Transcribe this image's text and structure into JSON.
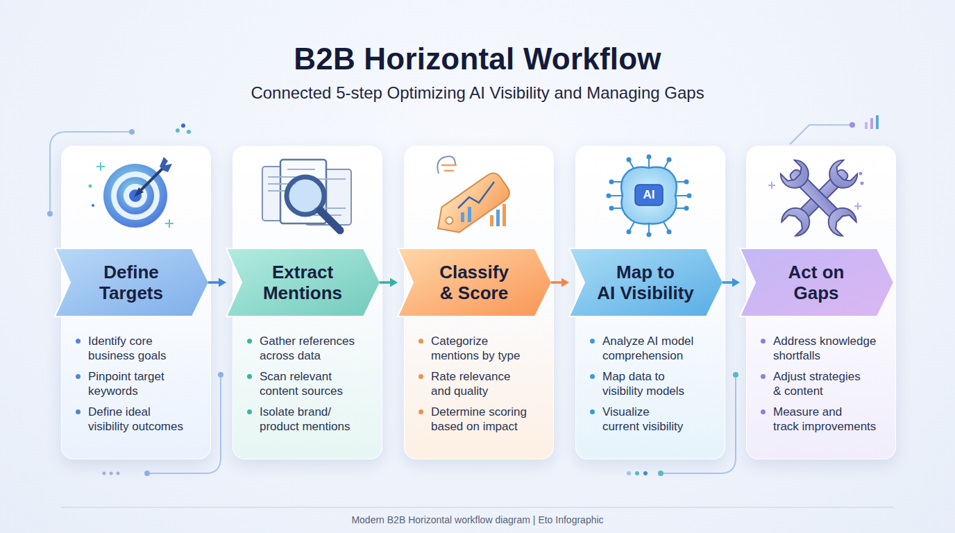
{
  "diagram": {
    "title": "B2B Horizontal Workflow",
    "caption": "Modern B2B Horizontal workflow diagram | Eto Infographic",
    "nodes": [
      {
        "text": [
          "Identify core business goals",
          "Pinpoint target keywords",
          "Define ideal visibility outcomes"
        ]
      },
      {
        "text": [
          "Define Targets"
        ],
        "in": 0
      },
      {
        "text": [
          "Gather references across data",
          "Scan relevant content sources",
          "Isolate brand/ product mentions"
        ]
      },
      {
        "text": [
          "Extract Mentions"
        ],
        "in": 2
      },
      {
        "text": [
          "Categorize mentions by type",
          "Rate relevance and quality",
          "Determine scoring based on impact"
        ]
      },
      {
        "text": [
          "Classify & Score"
        ],
        "in": 4
      },
      {
        "text": [
          "Analyze AI model comprehension",
          "Map data to visibility models",
          "Visualize current visibility"
        ]
      },
      {
        "text": [
          "Map to AI Visibility"
        ],
        "in": 6
      },
      {
        "text": [
          "Address knowledge shortfalls",
          "Adjust strategies & content",
          "Measure and track improvements"
        ]
      },
      {
        "text": [
          "Act on Gaps"
        ],
        "in": 8
      }
    ],
    "edges": [
      {
        "from": 1,
        "to": 3,
        "arrow": "to"
      },
      {
        "from": 3,
        "to": 5,
        "arrow": "to"
      },
      {
        "from": 5,
        "to": 7,
        "arrow": "to"
      },
      {
        "from": 7,
        "to": 9,
        "arrow": "to"
      }
    ],
    "labels": [
      "Connected 5-step Optimizing AI Visibility and Managing Gaps",
      "AI"
    ]
  }
}
